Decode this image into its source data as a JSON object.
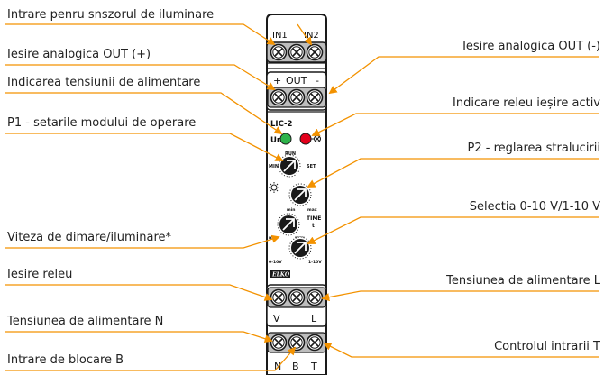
{
  "labels": {
    "in_sensor": "Intrare penru snszorul de iluminare",
    "out_plus": "Iesire analogica OUT (+)",
    "supply_indication": "Indicarea tensiunii de alimentare",
    "p1": "P1 - setarile modului de operare",
    "dimming_speed": "Viteza de dimare/iluminare*",
    "relay_output": "Iesire releu",
    "supply_n": "Tensiunea de alimentare N",
    "blocking_input": "Intrare de blocare B",
    "out_minus": "Iesire analogica OUT (-)",
    "relay_active": "Indicare releu ieșire activ",
    "p2": "P2 - reglarea stralucirii",
    "range_select": "Selectia 0-10 V/1-10 V",
    "supply_l": "Tensiunea de alimentare L",
    "control_t": "Controlul intrarii T"
  },
  "device": {
    "in1": "IN1",
    "in2": "IN2",
    "out_plus": "+",
    "out_label": "OUT",
    "out_minus": "-",
    "model": "LIC-2",
    "un": "Un",
    "run": "RUN",
    "min": "MIN",
    "set": "SET",
    "dial_min": "min",
    "dial_max": "max",
    "time": "TIME",
    "t": "t",
    "v010": "0-10V",
    "v110": "1-10V",
    "brand": "ELKO",
    "v": "V",
    "l": "L",
    "n": "N",
    "b": "B",
    "tt": "T"
  },
  "colors": {
    "leader": "#f39200",
    "led_green": "#2db34a",
    "led_red": "#e3001b",
    "outline": "#1a1a1a"
  }
}
